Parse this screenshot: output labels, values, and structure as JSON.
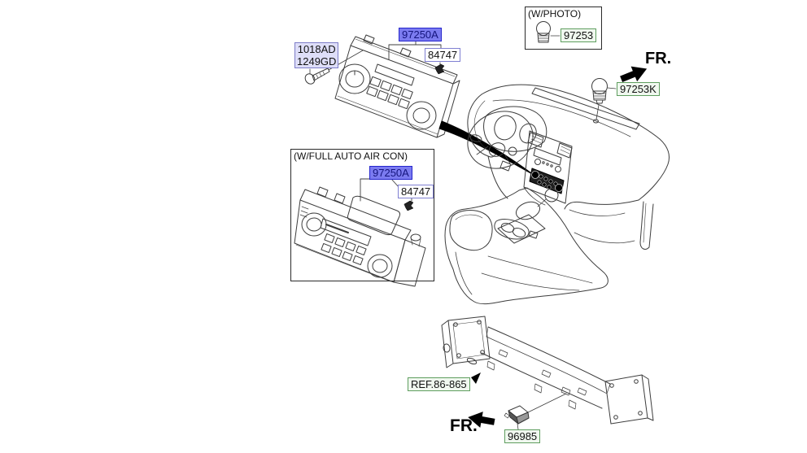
{
  "colors": {
    "selected_bg": "#7b7bf0",
    "selected_border": "#2525cc",
    "selected_text": "#14147d",
    "lavender_bg": "#dedef8",
    "lavender_border": "#7d7dc8",
    "part_bg": "#ffffff",
    "part_border": "#8080d2",
    "green_bg": "#f0f8ef",
    "green_border": "#5f9e5f",
    "line_art": "#3d3d3d"
  },
  "callouts": {
    "screw_kit": {
      "line1": "1018AD",
      "line2": "1249GD"
    },
    "heater_control_main": "97250A",
    "clip_main": "84747",
    "heater_control_auto": "97250A",
    "clip_auto": "84747",
    "photo_sensor": "97253",
    "photo_sensor_installed": "97253K",
    "ambient_sensor": "96985",
    "crossmember_ref": "REF.86-865"
  },
  "boxes": {
    "photo": "(W/PHOTO)",
    "full_auto": "(W/FULL AUTO AIR CON)"
  },
  "direction": {
    "front_top": "FR.",
    "front_bottom": "FR."
  }
}
